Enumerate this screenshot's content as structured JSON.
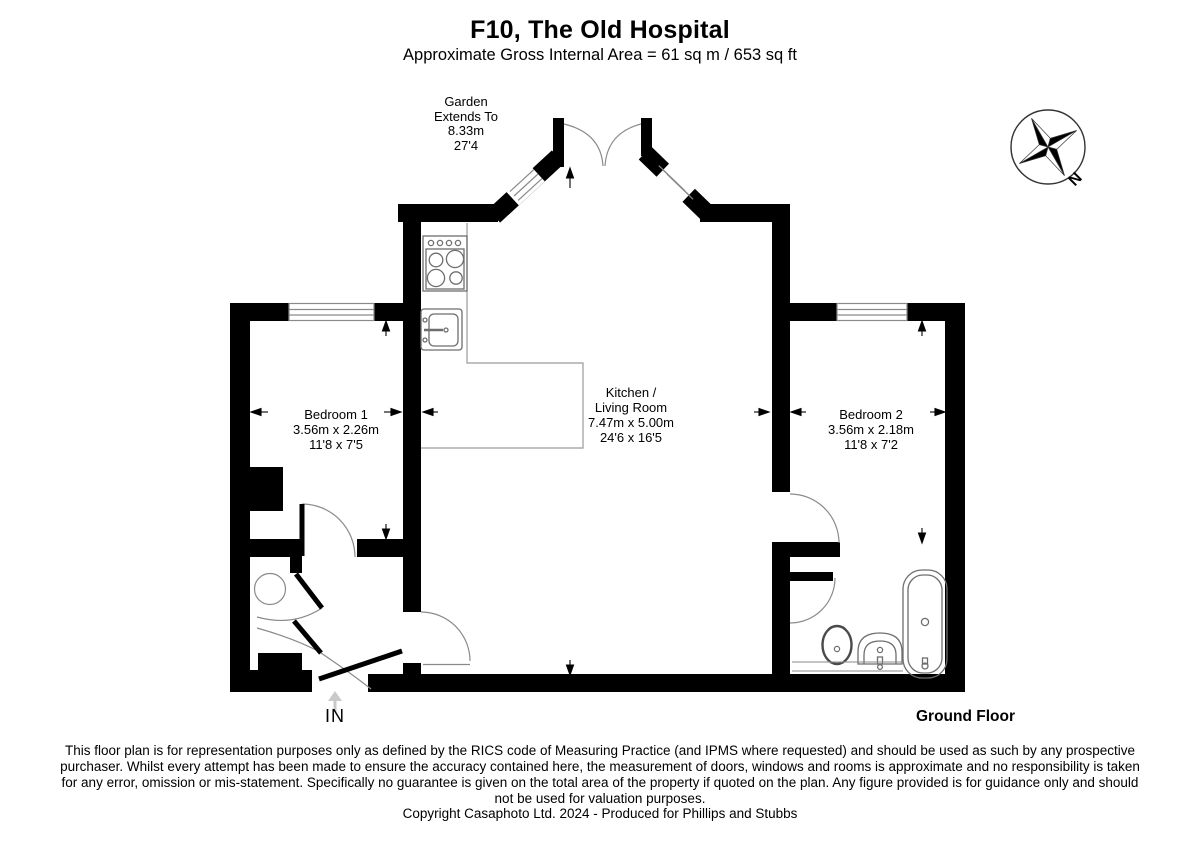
{
  "header": {
    "title": "F10, The Old Hospital",
    "subtitle": "Approximate Gross Internal Area = 61 sq m / 653 sq ft"
  },
  "garden_label": "Garden\nExtends To\n8.33m\n27'4",
  "rooms": {
    "bedroom1": {
      "name": "Bedroom 1",
      "metric": "3.56m x 2.26m",
      "imperial": "11'8 x 7'5"
    },
    "kitchen_living": {
      "name": "Kitchen /\nLiving Room",
      "metric": "7.47m x 5.00m",
      "imperial": "24'6 x 16'5"
    },
    "bedroom2": {
      "name": "Bedroom 2",
      "metric": "3.56m x 2.18m",
      "imperial": "11'8 x 7'2"
    }
  },
  "entrance_label": "IN",
  "floor_label": "Ground Floor",
  "compass": {
    "north_label": "N"
  },
  "footer": {
    "disclaimer": "This floor plan is for representation purposes only as defined by the RICS code of Measuring Practice (and IPMS where requested) and should be used as such by any prospective purchaser. Whilst every attempt has been made to ensure the accuracy contained here, the measurement of doors, windows and rooms is approximate and no responsibility is taken for any error, omission or mis-statement. Specifically no guarantee is given on the total area of the property if quoted on the plan. Any figure provided is for guidance only and should not be used for valuation purposes.",
    "copyright": "Copyright Casaphoto Ltd. 2024 - Produced for Phillips and Stubbs"
  },
  "colors": {
    "wall": "#000000",
    "fixture": "#6e6e6e",
    "arc": "#8a8a8a",
    "entrance_arrow": "#c9c9c9"
  }
}
